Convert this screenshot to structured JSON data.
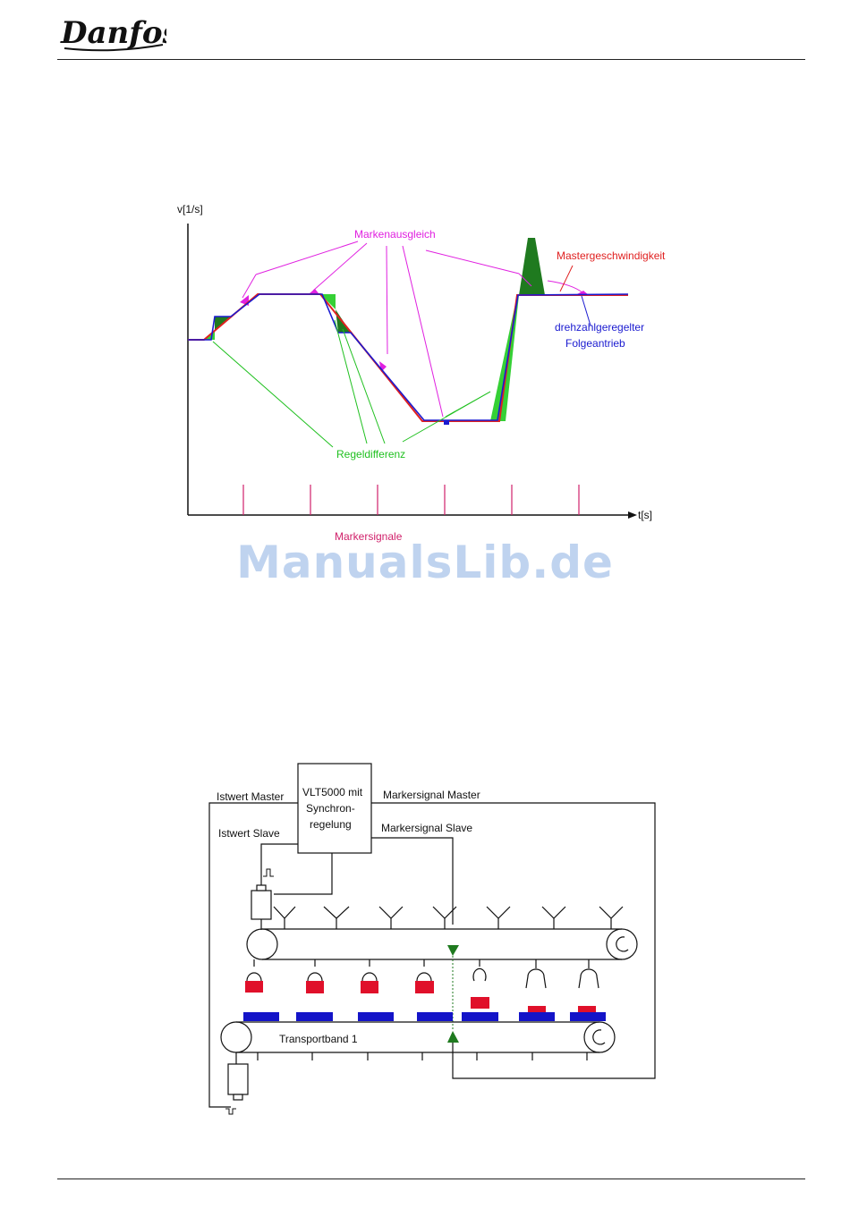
{
  "header": {
    "logo_text": "Danfoss"
  },
  "watermark": "ManualsLib.de",
  "figure1": {
    "y_axis_label": "v[1/s]",
    "x_axis_label": "t[s]",
    "label_markenausgleich": "Markenausgleich",
    "label_mastergeschwindigkeit": "Mastergeschwindigkeit",
    "label_slave_line1": "drehzahlgeregelter",
    "label_slave_line2": "Folgeantrieb",
    "label_regeldifferenz": "Regeldifferenz",
    "label_markersignale": "Markersignale",
    "colors": {
      "master": "#e02020",
      "slave": "#1a1ad0",
      "markenausgleich": "#e020e0",
      "regeldifferenz": "#20c020",
      "fill_dark": "#1f7a1f",
      "fill_light": "#35d035"
    }
  },
  "figure2": {
    "controller_line1": "VLT5000 mit",
    "controller_line2": "Synchron-",
    "controller_line3": "regelung",
    "istwert_master": "Istwert Master",
    "markersignal_master": "Markersignal Master",
    "istwert_slave": "Istwert Slave",
    "markersignal_slave": "Markersignal Slave",
    "transportband": "Transportband 1",
    "colors": {
      "product": "#e0102a",
      "belt_mark": "#1414c8",
      "sensor": "#1f7a1f"
    }
  }
}
